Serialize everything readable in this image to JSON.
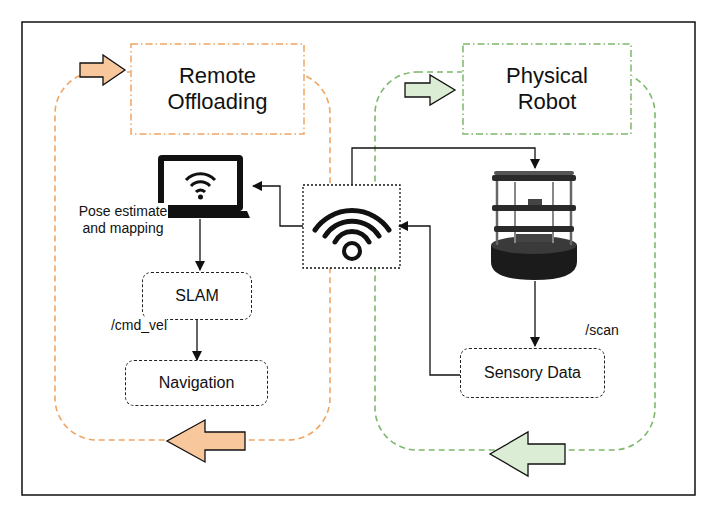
{
  "diagram": {
    "nodes": [
      {
        "text": [
          "Remote Offloading"
        ]
      },
      {
        "text": [
          "Physical Robot"
        ]
      },
      {
        "text": [
          "SLAM"
        ]
      },
      {
        "text": [
          "Navigation"
        ]
      },
      {
        "text": [
          "Sensory Data"
        ]
      }
    ],
    "edges": [
      {
        "from": 2,
        "to": 3,
        "label": "/cmd_vel",
        "arrow": "to"
      }
    ],
    "labels": [
      "Pose estimate and mapping",
      "/scan"
    ]
  }
}
